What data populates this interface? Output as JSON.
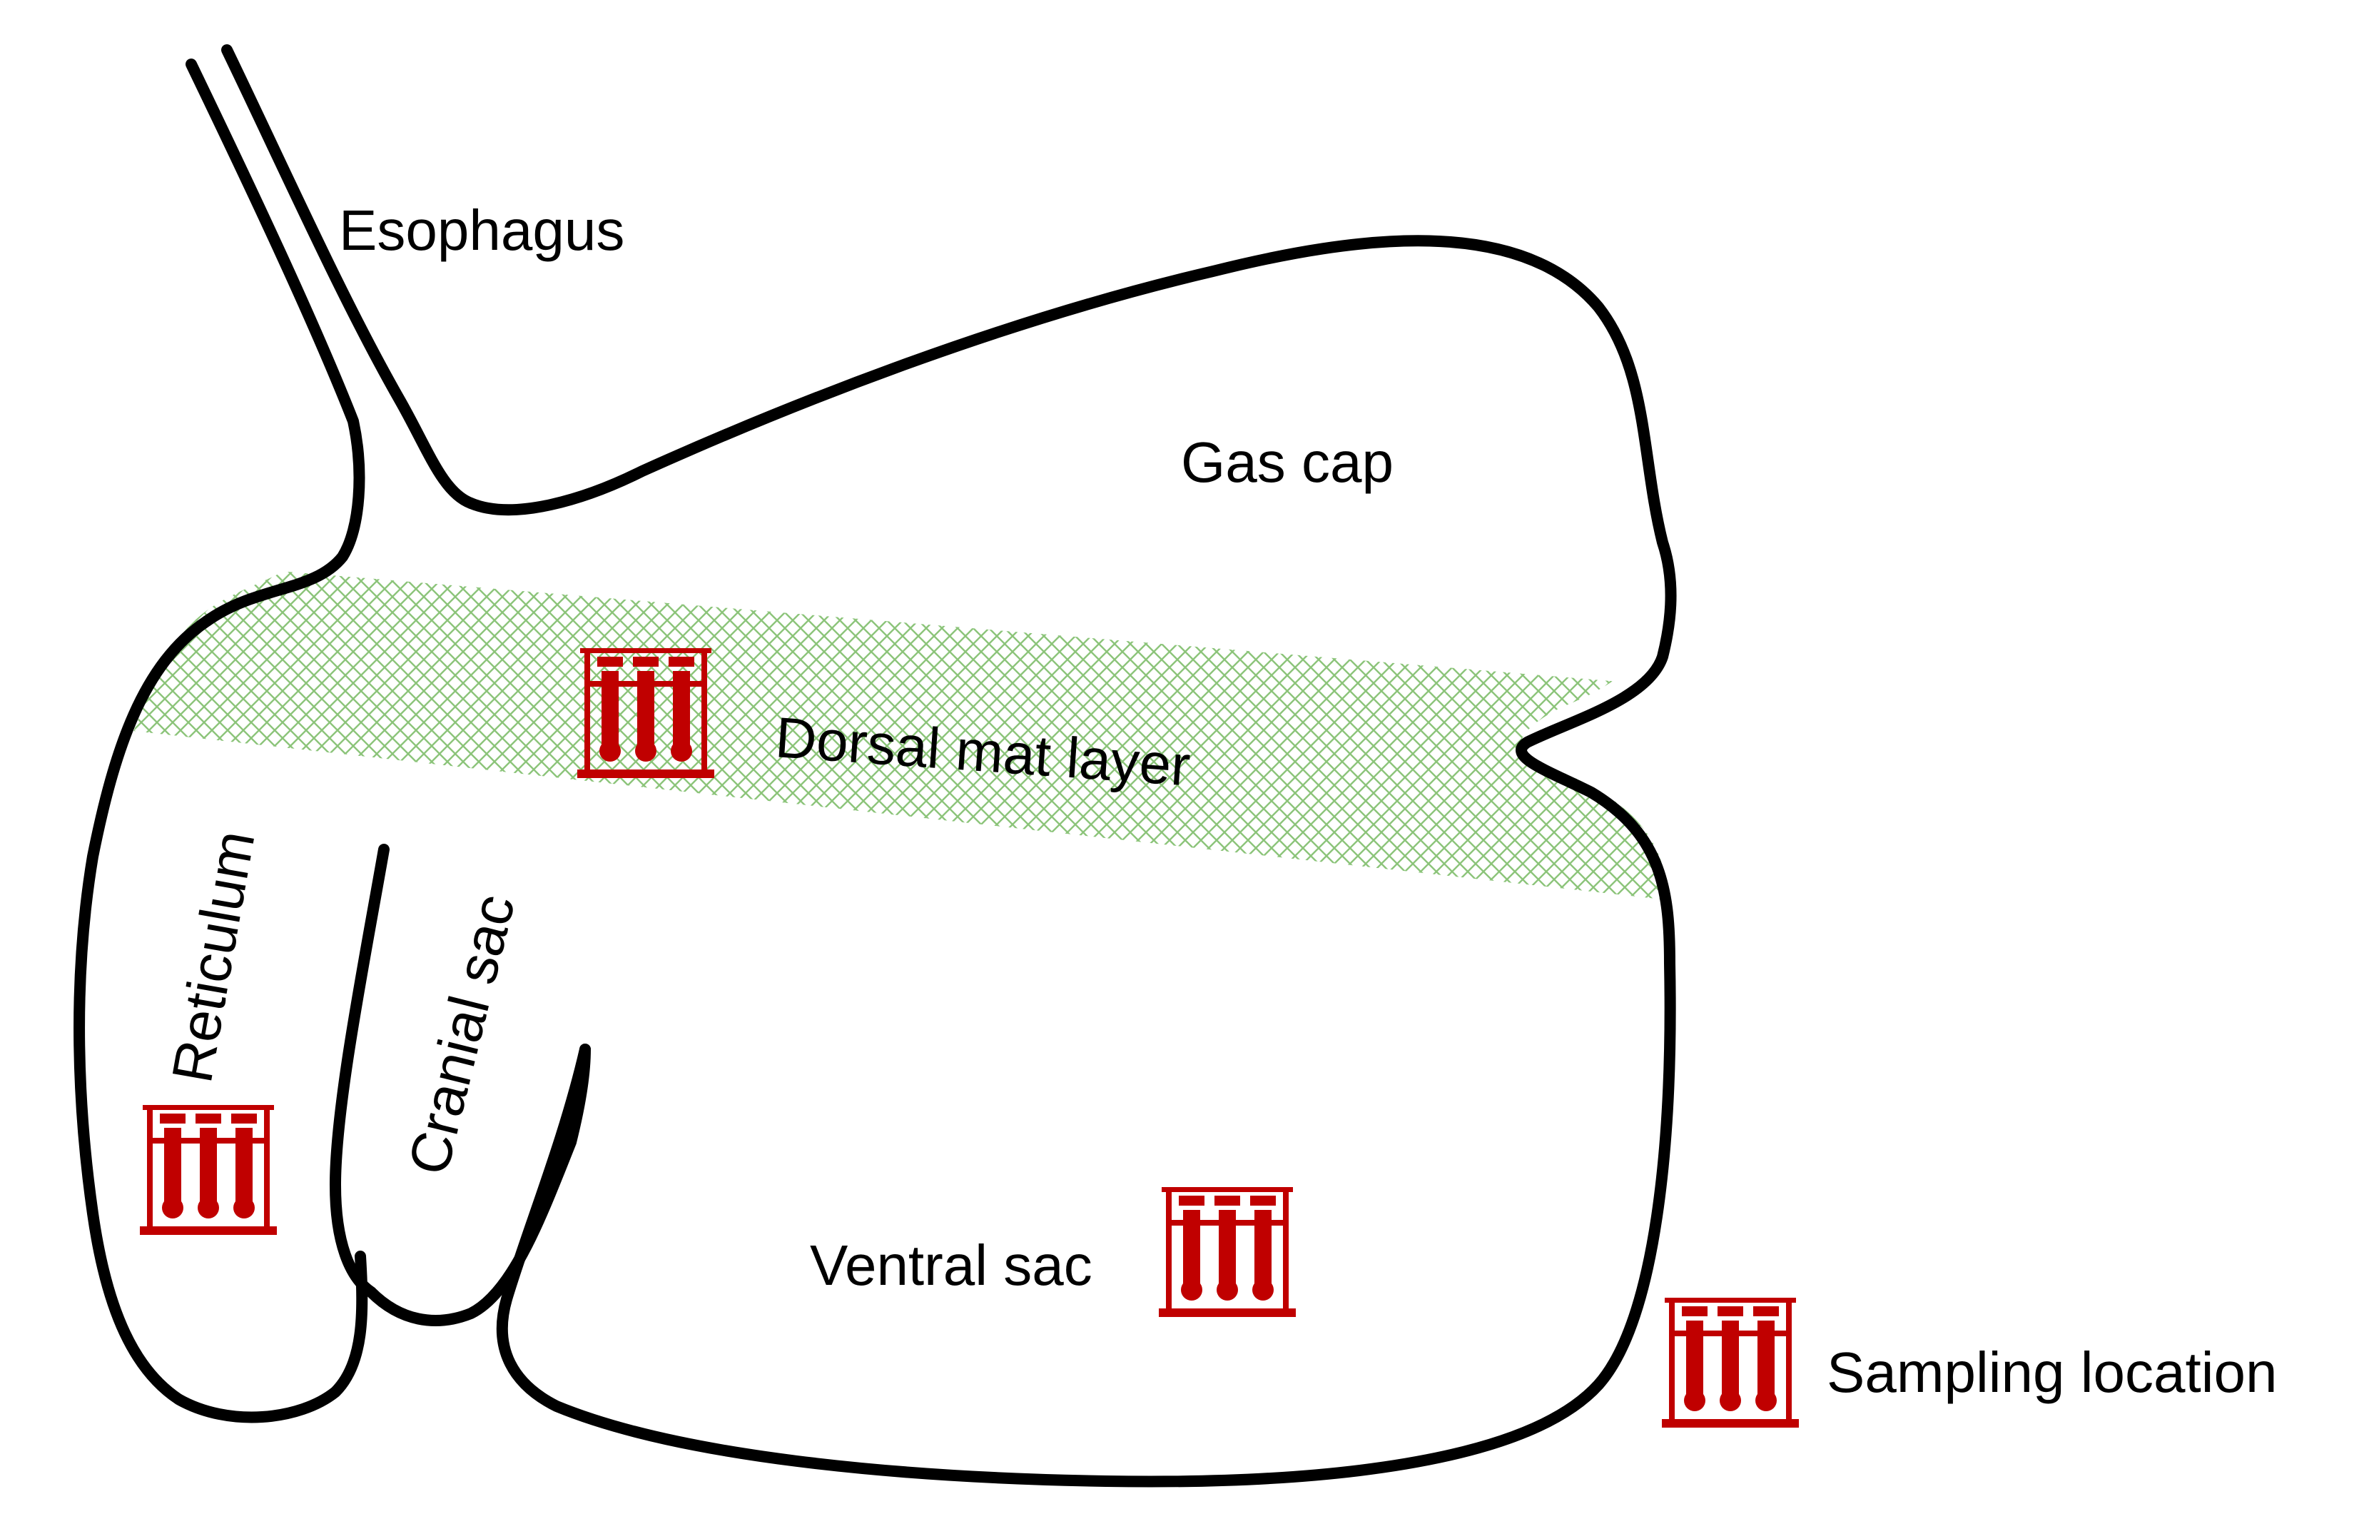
{
  "labels": {
    "esophagus": "Esophagus",
    "gas_cap": "Gas cap",
    "dorsal_mat_layer": "Dorsal mat layer",
    "reticulum": "Reticulum",
    "cranial_sac": "Cranial sac",
    "ventral_sac": "Ventral sac"
  },
  "legend": {
    "sampling_location": "Sampling location"
  },
  "icons": {
    "sampling": "test-tube-rack-icon"
  },
  "colors": {
    "outline": "#000000",
    "mat_layer": "#8cc47a",
    "sampling_icon": "#c00000"
  }
}
